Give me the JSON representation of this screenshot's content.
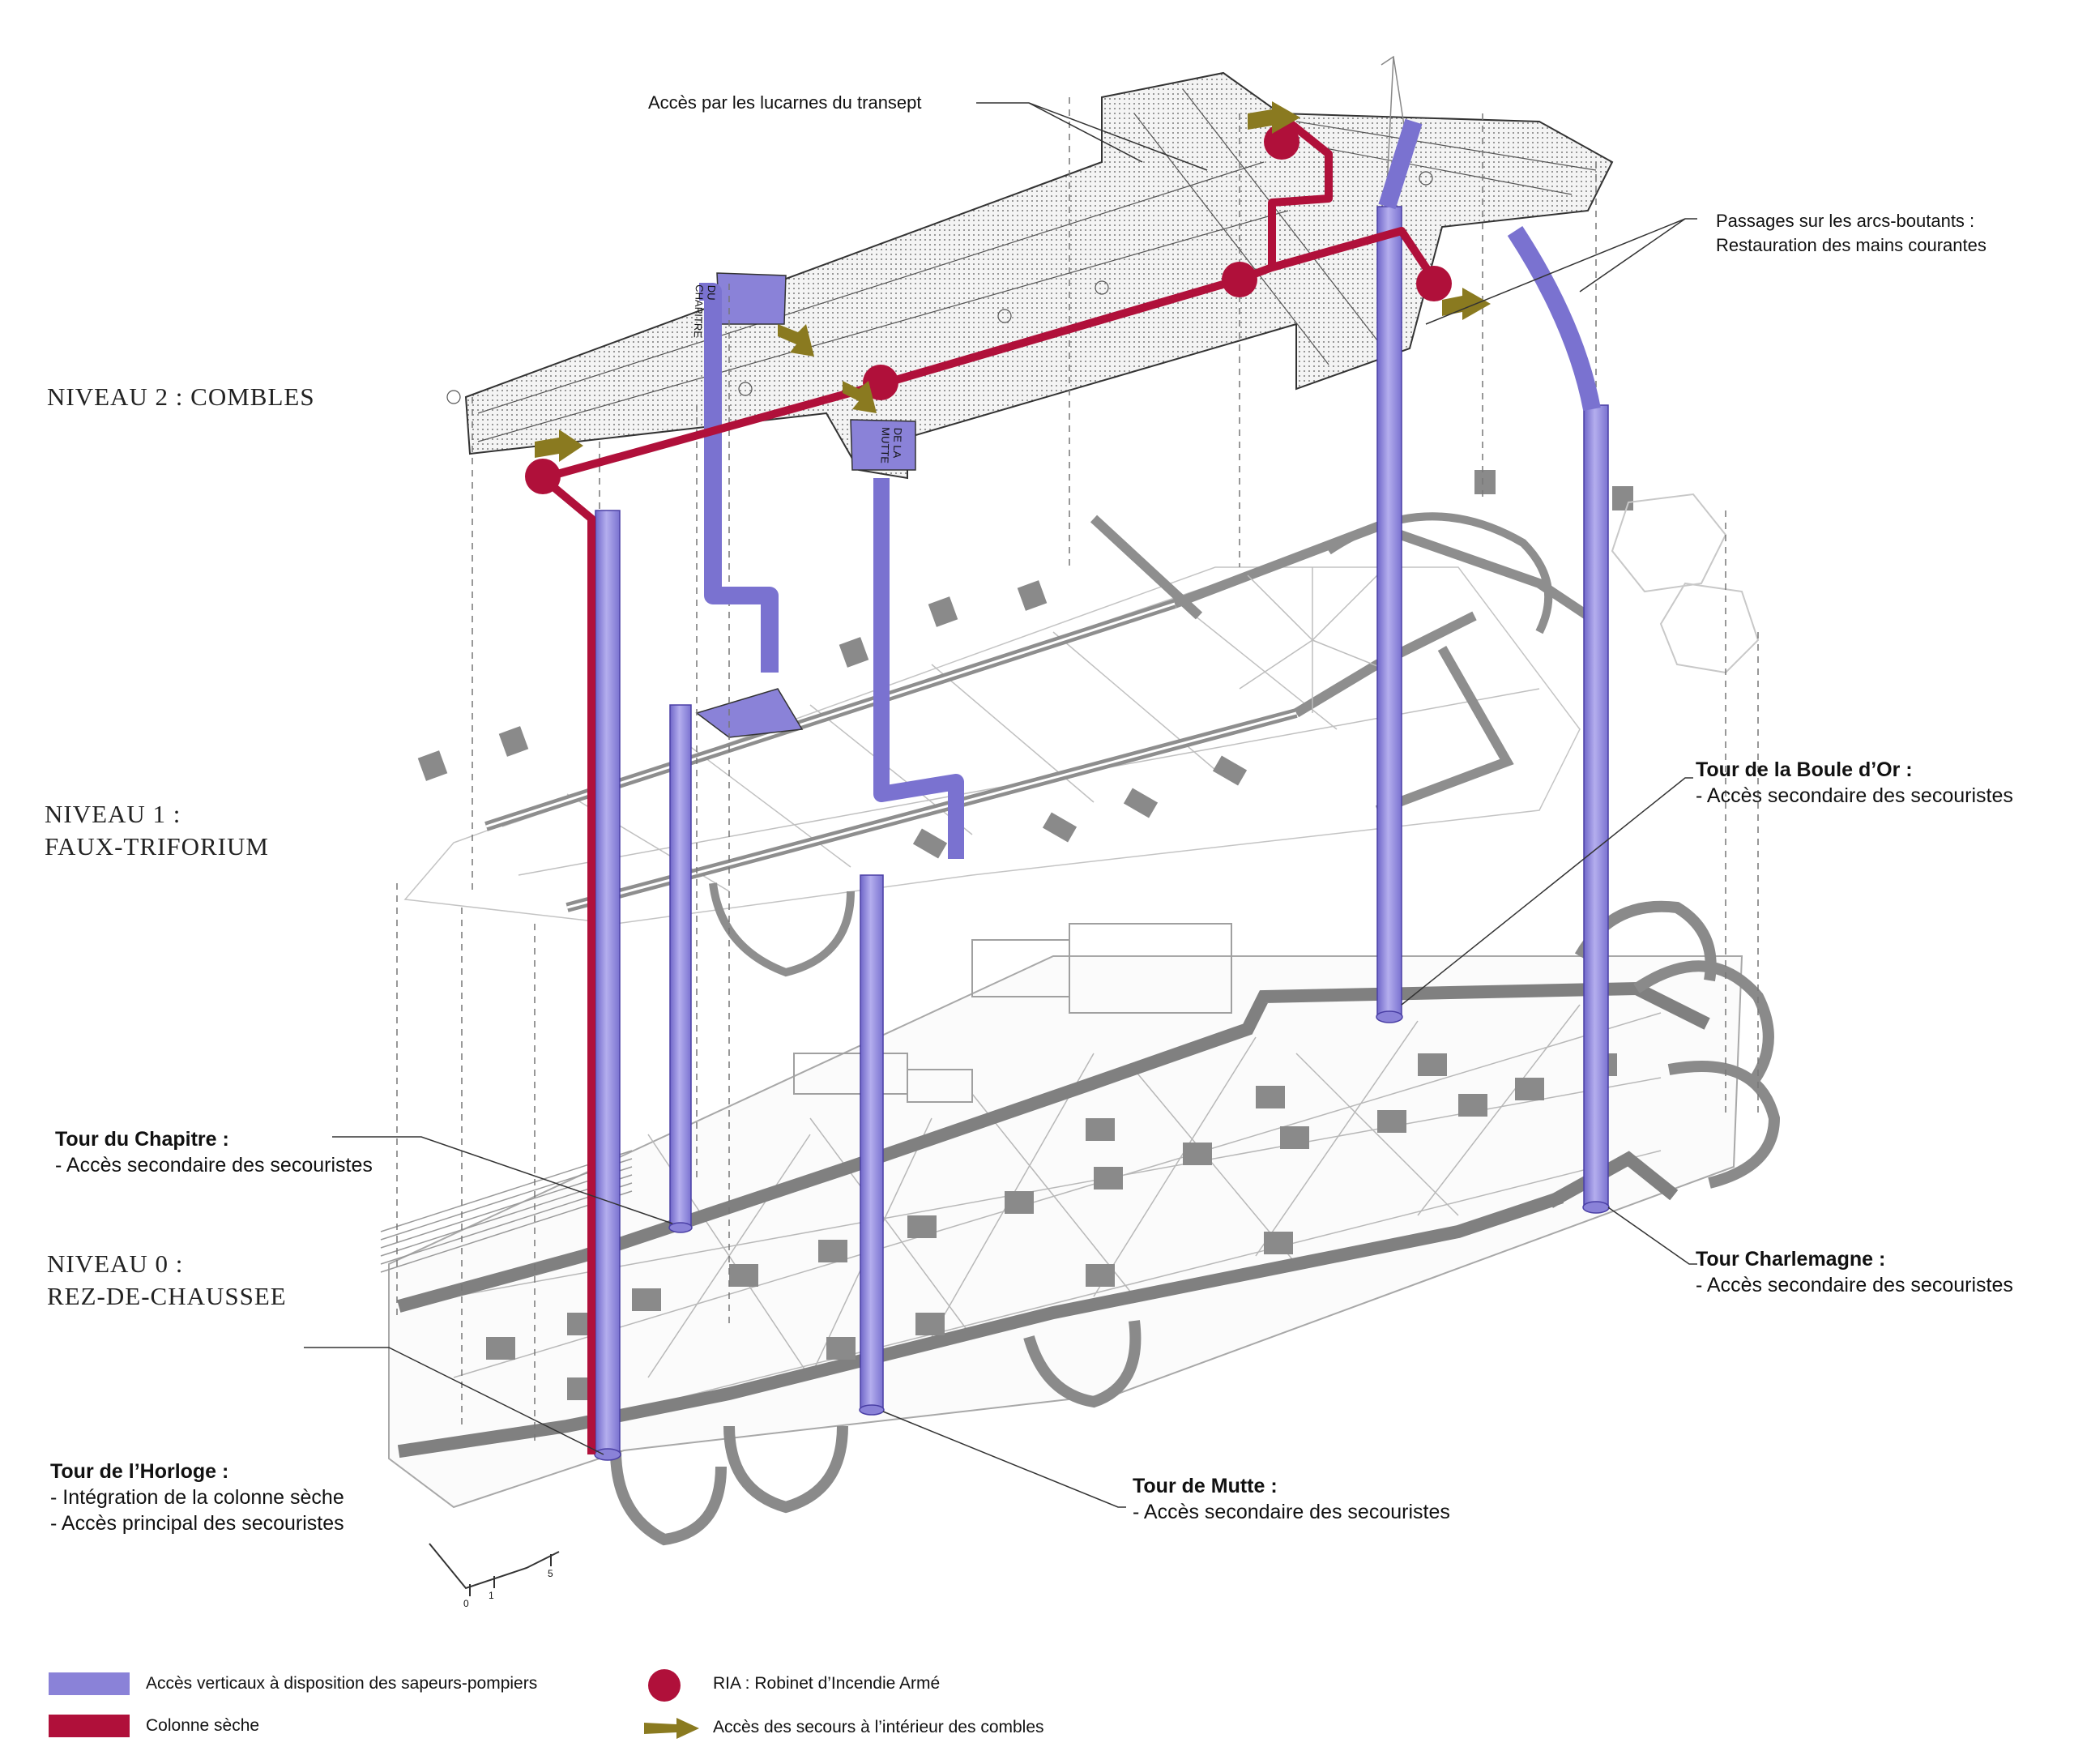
{
  "levels": {
    "level2": [
      "NIVEAU 2 : COMBLES"
    ],
    "level1": [
      "NIVEAU 1 :",
      "FAUX-TRIFORIUM"
    ],
    "level0": [
      "NIVEAU 0 :",
      "REZ-DE-CHAUSSEE"
    ]
  },
  "annotations": {
    "lucarnes": "Accès par les lucarnes du transept",
    "passages": [
      "Passages sur les arcs-boutants :",
      "Restauration des mains courantes"
    ]
  },
  "towers": {
    "boule_dor": {
      "title": "Tour de la Boule d’Or :",
      "lines": [
        "- Accès secondaire des secouristes"
      ]
    },
    "chapitre": {
      "title": "Tour du Chapitre :",
      "lines": [
        "- Accès secondaire des secouristes"
      ]
    },
    "charlemagne": {
      "title": "Tour Charlemagne :",
      "lines": [
        "- Accès secondaire des secouristes"
      ]
    },
    "horloge": {
      "title": "Tour de l’Horloge :",
      "lines": [
        "- Intégration de la colonne sèche",
        "- Accès principal des secouristes"
      ]
    },
    "mutte": {
      "title": "Tour de Mutte :",
      "lines": [
        "- Accès secondaire des secouristes"
      ]
    }
  },
  "plan_labels": {
    "chapitre_roof": "DU CHAPITRE",
    "mutte_roof": "DE LA MUTTE"
  },
  "scale_bar": {
    "ticks": [
      "0",
      "1",
      "5"
    ]
  },
  "legend": {
    "vertical_access": "Accès verticaux à disposition des sapeurs-pompiers",
    "dry_column": "Colonne sèche",
    "ria": "RIA : Robinet d’Incendie Armé",
    "rescue_access": "Accès des secours à l’intérieur des combles"
  },
  "colors": {
    "vertical_access": "#8a82d8",
    "dry_column": "#b0103a",
    "ria": "#b0103a",
    "arrow": "#8a7a20",
    "structure": "#777777",
    "plan_line": "#9a9a9a"
  },
  "icons": {
    "vertical_access": "purple-bar-icon",
    "dry_column": "red-bar-icon",
    "ria": "red-dot-icon",
    "rescue_access": "arrow-icon"
  }
}
